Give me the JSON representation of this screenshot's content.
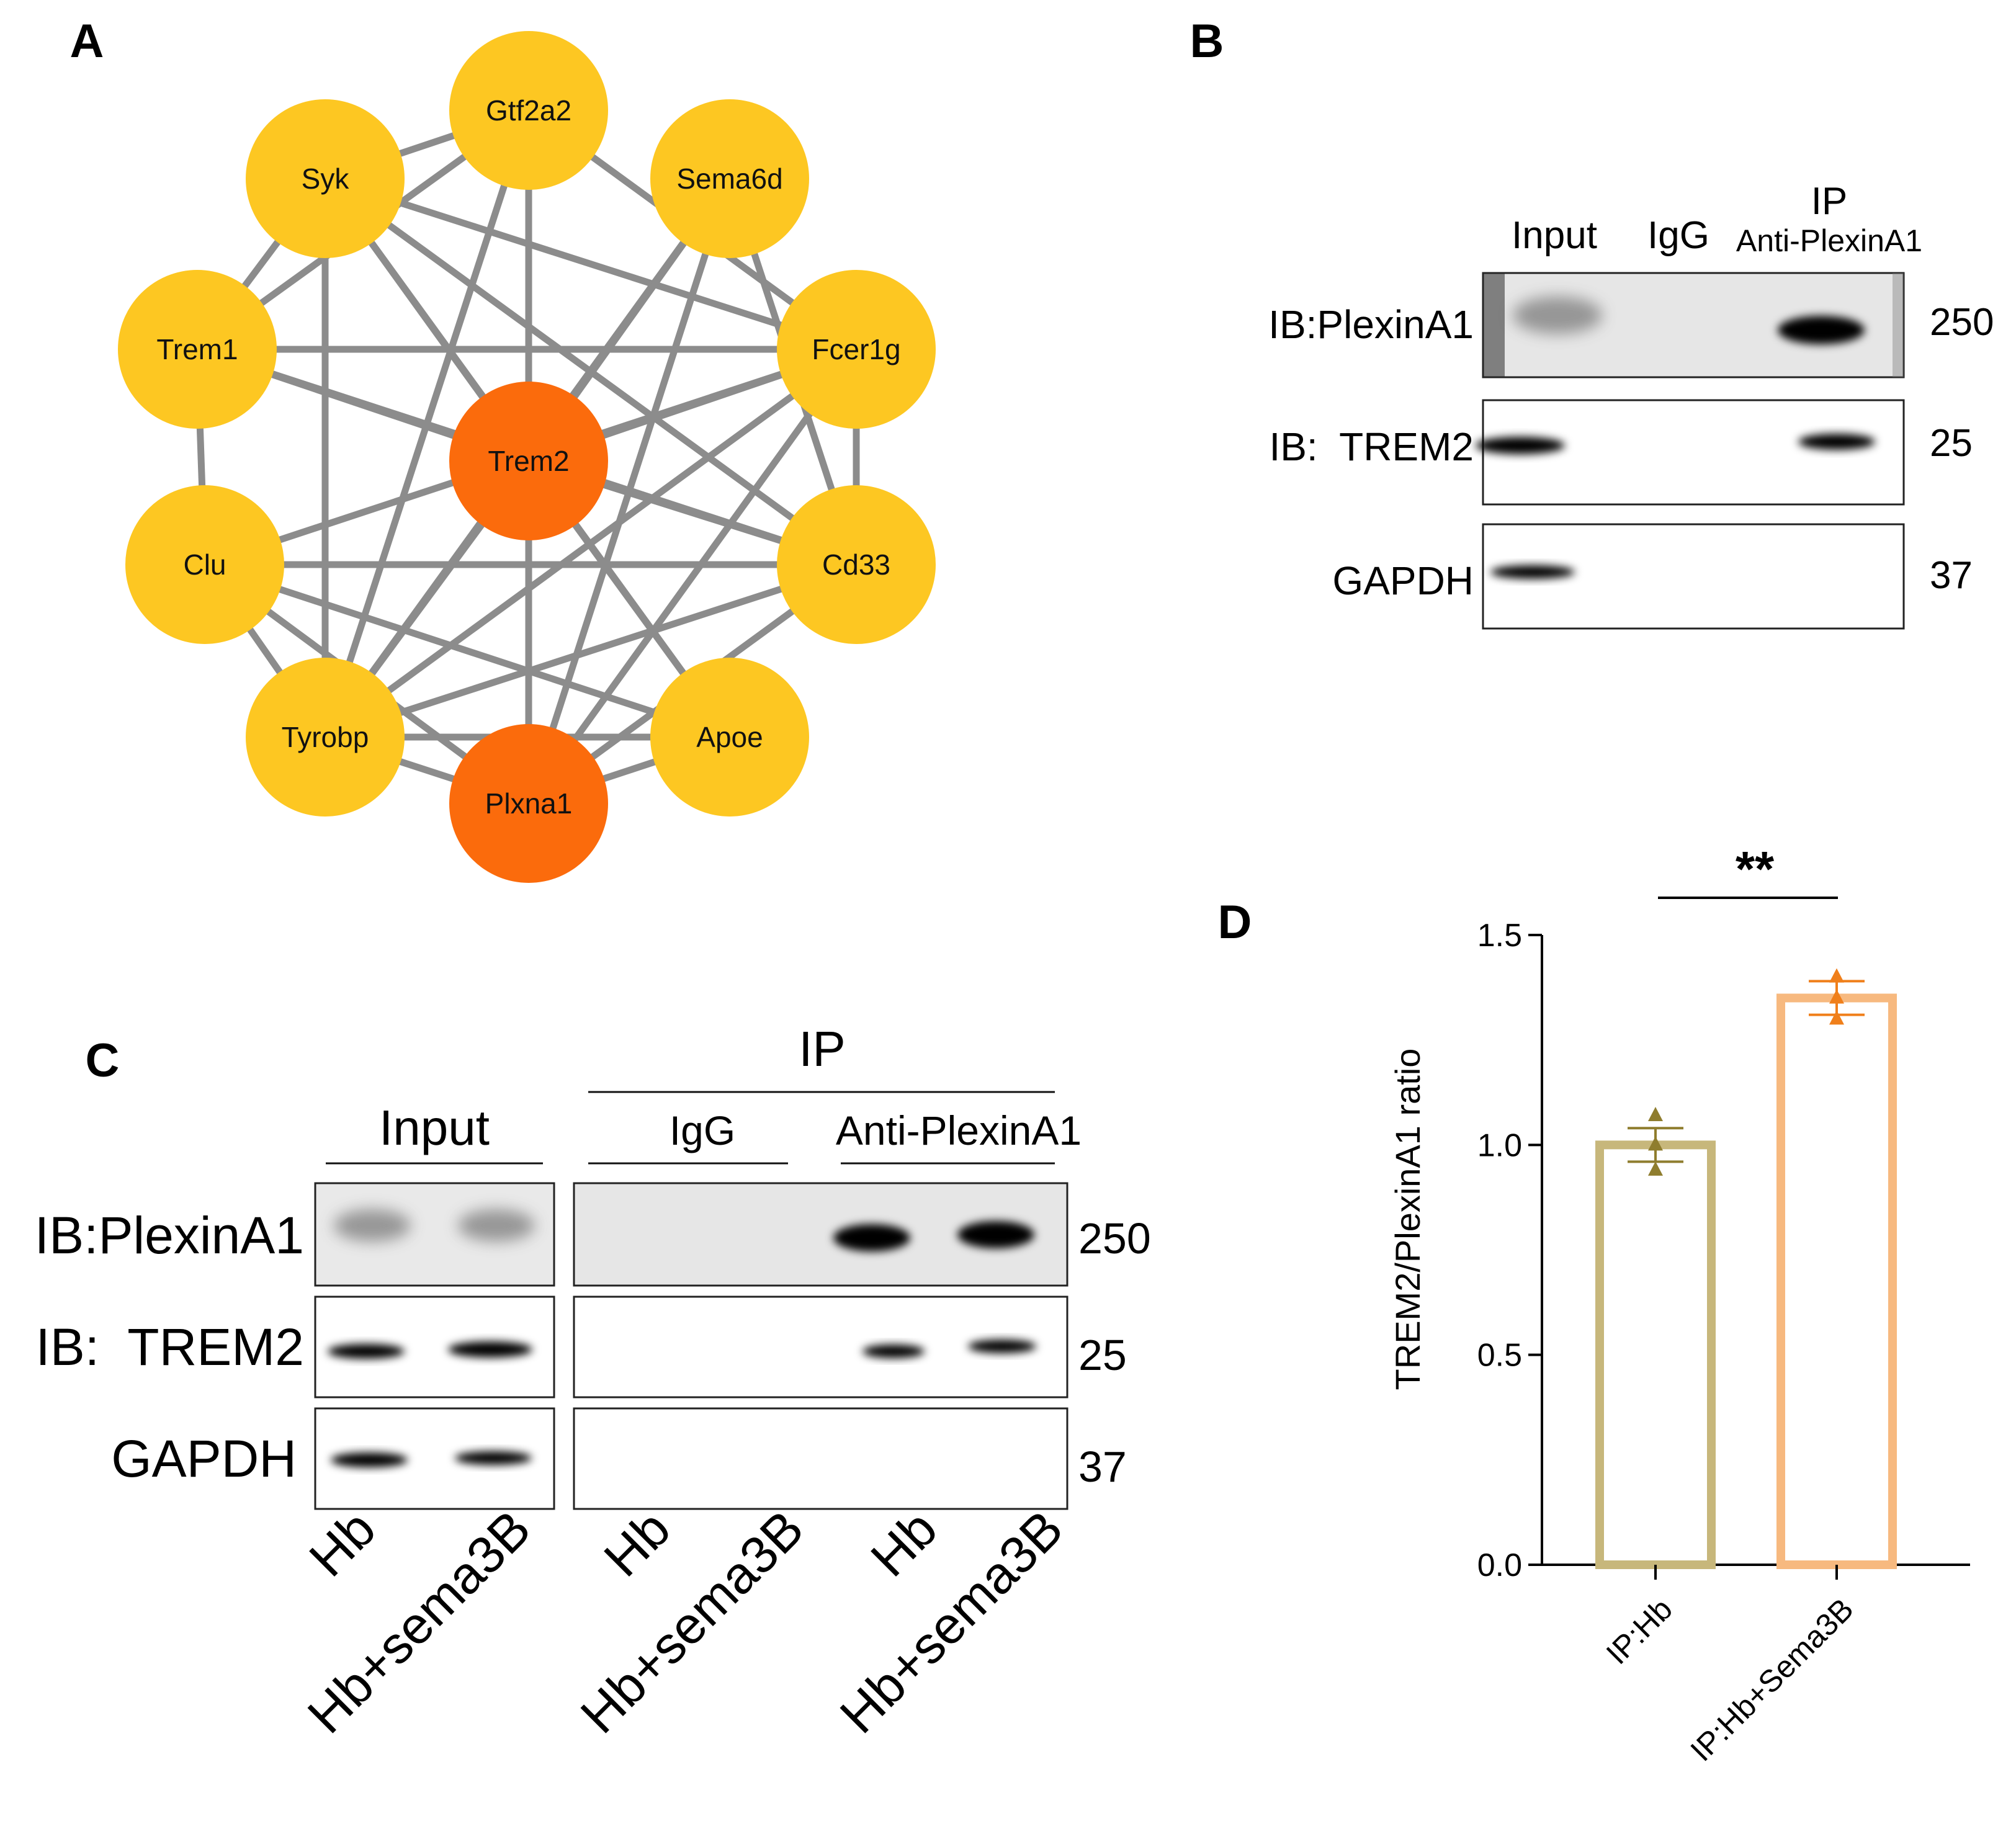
{
  "panels": {
    "a": {
      "letter": "A",
      "nodes": [
        {
          "label": "Gtf2a2",
          "role": "neighbor"
        },
        {
          "label": "Syk",
          "role": "neighbor"
        },
        {
          "label": "Sema6d",
          "role": "neighbor"
        },
        {
          "label": "Trem1",
          "role": "neighbor"
        },
        {
          "label": "Fcer1g",
          "role": "neighbor"
        },
        {
          "label": "Trem2",
          "role": "hub"
        },
        {
          "label": "Clu",
          "role": "neighbor"
        },
        {
          "label": "Cd33",
          "role": "neighbor"
        },
        {
          "label": "Tyrobp",
          "role": "neighbor"
        },
        {
          "label": "Apoe",
          "role": "neighbor"
        },
        {
          "label": "Plxna1",
          "role": "hub"
        }
      ],
      "colors": {
        "neighbor": "#fdc722",
        "hub": "#fb6b0c",
        "edge": "#8c8c8c"
      }
    },
    "b": {
      "letter": "B",
      "ip_label": "IP",
      "lanes": [
        "Input",
        "IgG",
        "Anti-PlexinA1"
      ],
      "rows": [
        {
          "label": "IB:PlexinA1",
          "mw": "250"
        },
        {
          "label": "IB:  TREM2",
          "mw": "25"
        },
        {
          "label": "GAPDH",
          "mw": "37"
        }
      ]
    },
    "c": {
      "letter": "C",
      "ip_label": "IP",
      "groups": [
        "Input",
        "IgG",
        "Anti-PlexinA1"
      ],
      "rows": [
        {
          "label": "IB:PlexinA1",
          "mw": "250"
        },
        {
          "label": "IB:  TREM2",
          "mw": "25"
        },
        {
          "label": "GAPDH",
          "mw": "37"
        }
      ],
      "lanes": [
        "Hb",
        "Hb+sema3B",
        "Hb",
        "Hb+sema3B",
        "Hb",
        "Hb+sema3B"
      ]
    },
    "d": {
      "letter": "D",
      "significance": "**"
    }
  },
  "chart_data": {
    "type": "bar",
    "categories": [
      "IP:Hb",
      "IP:Hb+Sema3B"
    ],
    "values": [
      1.0,
      1.35
    ],
    "errors": [
      0.04,
      0.04
    ],
    "points": [
      [
        1.07,
        1.0,
        0.94
      ],
      [
        1.4,
        1.35,
        1.3
      ]
    ],
    "ylabel": "TREM2/PlexinA1 ratio",
    "ylim": [
      0,
      1.5
    ],
    "yticks": [
      "0.0",
      "0.5",
      "1.0",
      "1.5"
    ],
    "colors": [
      "#c7b77b",
      "#f7b97f"
    ],
    "point_colors": [
      "#8f7d2e",
      "#f07f1a"
    ]
  }
}
